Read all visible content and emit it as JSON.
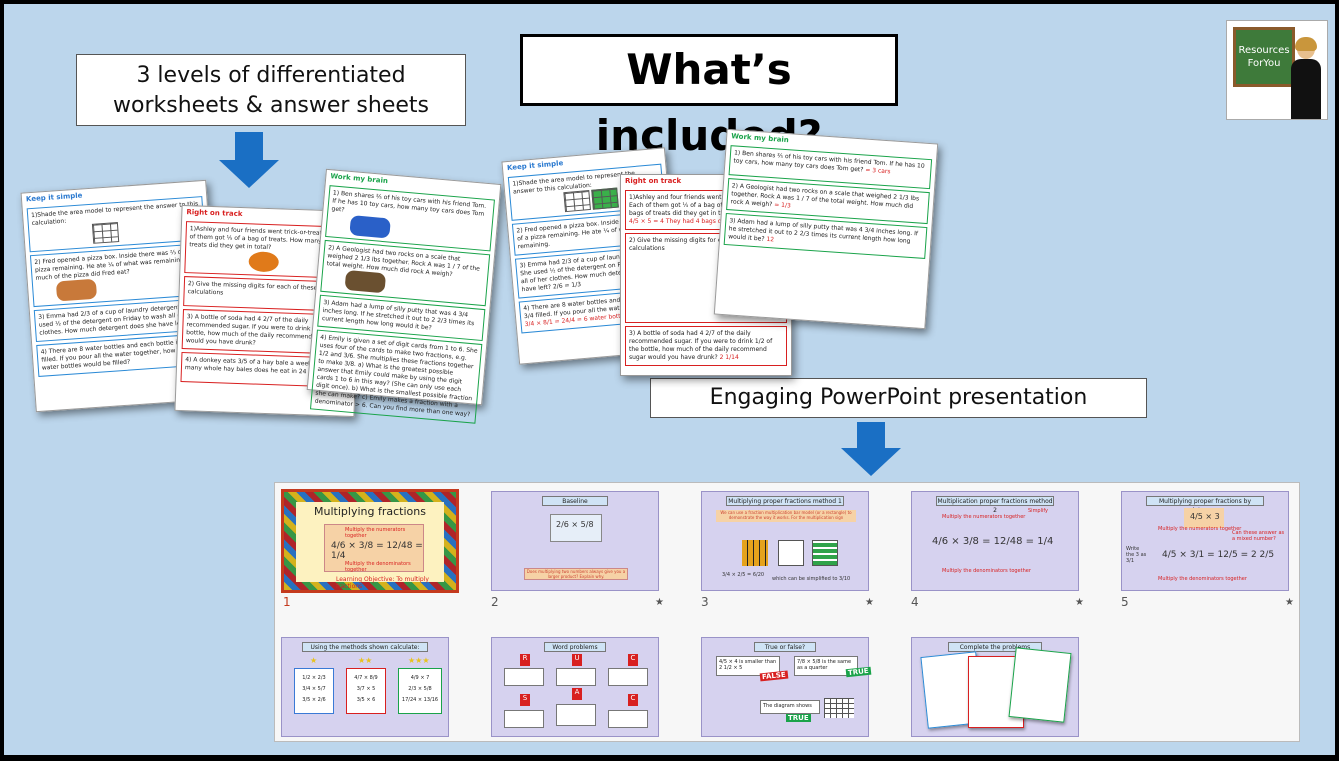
{
  "title": "What’s included?",
  "worksheets_label": "3 levels of differentiated worksheets & answer sheets",
  "powerpoint_label": "Engaging PowerPoint presentation",
  "logo_text": "Resources ForYou",
  "colors": {
    "background": "#bcd6ec",
    "arrow": "#1a6fc4",
    "slide_bg": "#d6d2ef"
  },
  "worksheets": {
    "left": {
      "keep_it_simple": {
        "heading": "Keep it simple",
        "q1": "1)Shade the area model to represent the answer to this calculation:",
        "q2": "2) Fred opened a pizza box. Inside there was ⅔ of a pizza remaining. He ate ¼ of what was remaining. How much of the pizza did Fred eat?",
        "q3": "3) Emma had 2/3 of a cup of laundry detergent. She used ½ of the detergent on Friday to wash all of her clothes. How much detergent does she have left?",
        "q4": "4) There are 8 water bottles and each bottle is 3/4 filled. If you pour all the water together, how many water bottles would be filled?"
      },
      "right_on_track": {
        "heading": "Right on track",
        "q1": "1)Ashley and four friends went trick-or-treating. Each of them got ⅕ of a bag of treats. How many bags of treats did they get in total?",
        "q2": "2) Give the missing digits for each of these calculations",
        "q3": "3) A bottle of soda had 4 2/7 of the daily recommended sugar. If you were to drink 1/2 of the bottle, how much of the daily recommended sugar would you have drunk?",
        "q4": "4) A donkey eats 3/5 of a hay bale a week. How many whole hay bales does he eat in 24 days?"
      },
      "work_my_brain": {
        "heading": "Work my brain",
        "q1": "1) Ben shares ⅖ of his toy cars with his friend Tom. If he has 10 toy cars, how many toy cars does Tom get?",
        "q2": "2) A Geologist had two rocks on a scale that weighed 2 1/3 lbs together. Rock A was 1 / 7 of the total weight. How much did rock A weigh?",
        "q3": "3) Adam had a lump of silly putty that was 4 3/4 inches long. If he stretched it out to 2 2/3 times its current length how long would it be?",
        "q4": "4) Emily is given a set of digit cards from 1 to 6. She uses four of the cards to make two fractions, e.g. 1/2 and 3/6. She multiplies these fractions together to make 3/8.",
        "q4b": "a) What is the greatest possible answer that Emily could make by using the digit cards 1 to 6 in this way? (She can only use each digit once). b) What is the smallest possible fraction she can make? c) Emily makes a fraction with a denominator > 6. Can you find more than one way?"
      }
    },
    "right": {
      "keep_it_simple": {
        "heading": "Keep it simple",
        "q1": "1)Shade the area model to represent the answer to this calculation:",
        "q2": "2) Fred opened a pizza box. Inside there was ⅔ of a pizza remaining. He ate ¼ of what was remaining.",
        "q3": "3) Emma had 2/3 of a cup of laundry detergent. She used ½ of the detergent on Friday to wash all of her clothes. How much detergent does she have left? 2/6 = 1/3",
        "q4": "4) There are 8 water bottles and each bottle is 3/4 filled. If you pour all the water together",
        "q4_answer": "3/4 × 8/1 = 24/4 = 6 water bottles"
      },
      "right_on_track": {
        "heading": "Right on track",
        "q1": "1)Ashley and four friends went trick-or-treating. Each of them got ⅕ of a bag of treats. How many bags of treats did they get in total?",
        "q1_answer": "4/5 × 5 = 4 They had 4 bags of treats in total.",
        "q2": "2) Give the missing digits for each of these calculations",
        "q3": "3) A bottle of soda had 4 2/7 of the daily recommended sugar. If you were to drink 1/2 of the bottle, how much of the daily recommend sugar would you have drunk?",
        "q3_answer": "2 1/14"
      },
      "work_my_brain": {
        "heading": "Work my brain",
        "q1": "1) Ben shares ⅖ of his toy cars with his friend Tom. If he has 10 toy cars, how many toy cars does Tom get?",
        "q1_answer": "= 3 cars",
        "q2": "2) A Geologist had two rocks on a scale that weighed 2 1/3 lbs together. Rock A was 1 / 7 of the total weight. How much did rock A weigh?",
        "q2_answer": "= 1/3",
        "q3": "3) Adam had a lump of silly putty that was 4 3/4 inches long. If he stretched it out to 2 2/3 times its current length how long would it be?",
        "q3_answer": "12"
      }
    }
  },
  "slides": [
    {
      "number": "1",
      "title": "Multiplying fractions",
      "note1": "Multiply the numerators together",
      "note2": "Multiply the denominators together",
      "eq": "4/6 × 3/8 = 12/48 = 1/4",
      "objective": "Learning Objective: To multiply fractions"
    },
    {
      "number": "2",
      "title": "Baseline",
      "eq": "2/6 × 5/8",
      "footer": "Does multiplying two numbers always give you a larger product? Explain why."
    },
    {
      "number": "3",
      "title": "Multiplying proper fractions method 1",
      "intro": "We can use a fraction multiplication bar model (or a rectangle) to demonstrate the way it works. For the multiplication sign",
      "eq": "3/4 × 2/5 = 6/20",
      "question": "which can be simplified to 3/10"
    },
    {
      "number": "4",
      "title": "Multiplication proper fractions method 2",
      "note1": "Multiply the numerators together",
      "note2": "Simplify",
      "note3": "Multiply the denominators together",
      "eq": "4/6 × 3/8 = 12/48 = 1/4"
    },
    {
      "number": "5",
      "title": "Multiplying proper fractions by integers",
      "eq_top": "4/5 × 3",
      "left_text": "Write the 3 as 3/1",
      "eq": "4/5 × 3/1 = 12/5 = 2 2/5",
      "note1": "Multiply the numerators together",
      "note2": "Multiply the denominators together",
      "note3": "Can these answer as a mixed number?"
    },
    {
      "number": "",
      "title": "Using the methods shown calculate:",
      "col1": [
        "1/2 × 2/3",
        "3/4 × 5/7",
        "3/5 × 2/6"
      ],
      "col2": [
        "4/7 × 8/9",
        "3/7 × 5",
        "3/5 × 6"
      ],
      "col3": [
        "4/9 × 7",
        "2/3 × 5/8",
        "17/24 × 13/16"
      ]
    },
    {
      "number": "",
      "title": "Word problems",
      "letters": [
        "R",
        "U",
        "C",
        "S",
        "A",
        "C"
      ]
    },
    {
      "number": "",
      "title": "True or false?",
      "card1": "4/5 × 4 is smaller than 2 1/2 × 5",
      "card2": "7/8 × 5/8 is the same as a quarter",
      "card3": "The diagram shows",
      "false_label": "FALSE",
      "true_label": "TRUE",
      "true_label2": "TRUE"
    },
    {
      "number": "",
      "title": "Complete the problems"
    }
  ]
}
